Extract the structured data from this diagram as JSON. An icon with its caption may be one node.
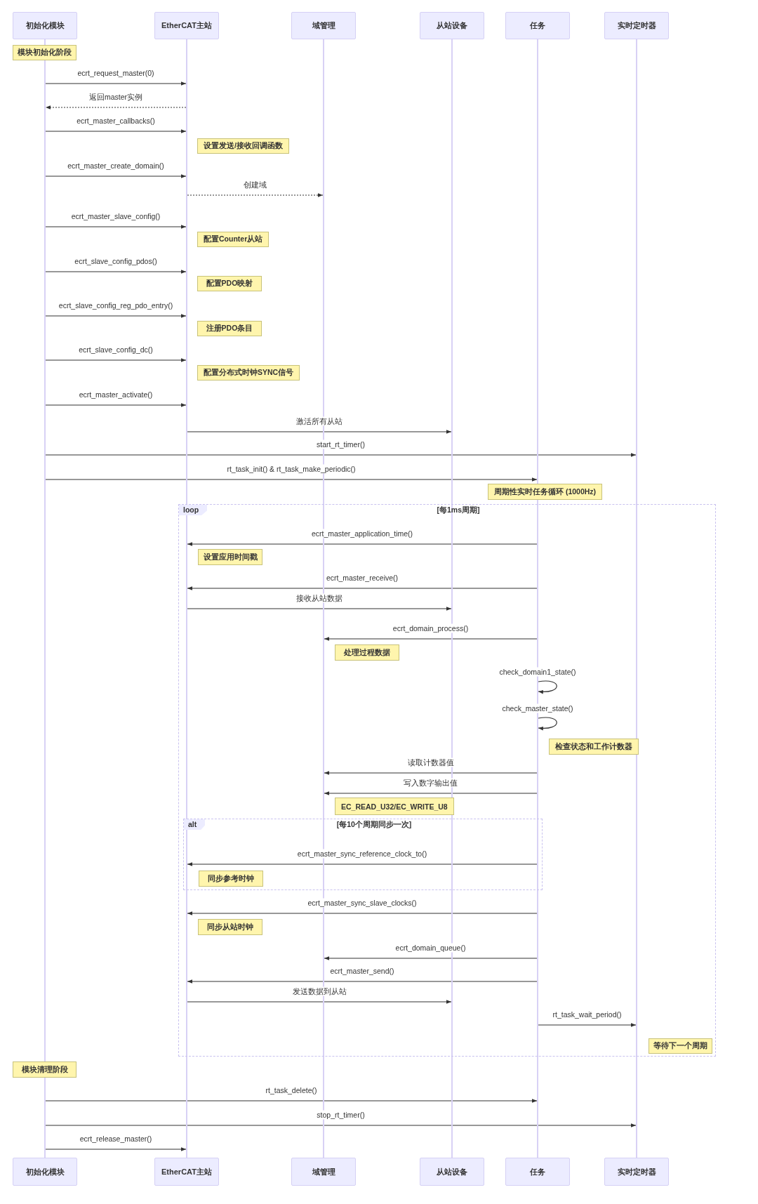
{
  "diagram": {
    "nodes": [
      {
        "text": [
          "初始化模块"
        ]
      },
      {
        "text": [
          "EtherCAT主站"
        ]
      },
      {
        "text": [
          "域管理"
        ]
      },
      {
        "text": [
          "从站设备"
        ]
      },
      {
        "text": [
          "任务"
        ]
      },
      {
        "text": [
          "实时定时器"
        ]
      },
      {
        "text": [
          "模块初始化阶段"
        ]
      },
      {
        "text": [
          "设置发送/接收回调函数"
        ]
      },
      {
        "text": [
          "配置Counter从站"
        ]
      },
      {
        "text": [
          "配置PDO映射"
        ]
      },
      {
        "text": [
          "注册PDO条目"
        ]
      },
      {
        "text": [
          "配置分布式时钟SYNC信号"
        ]
      },
      {
        "text": [
          "周期性实时任务循环 (1000Hz)"
        ]
      },
      {
        "text": [
          "loop",
          "[每1ms周期]"
        ]
      },
      {
        "text": [
          "设置应用时间戳"
        ],
        "in": 13
      },
      {
        "text": [
          "处理过程数据"
        ],
        "in": 13
      },
      {
        "text": [
          "检查状态和工作计数器"
        ],
        "in": 13
      },
      {
        "text": [
          "EC_READ_U32/EC_WRITE_U8"
        ],
        "in": 13
      },
      {
        "text": [
          "alt",
          "[每10个周期同步一次]"
        ],
        "in": 13
      },
      {
        "text": [
          "同步参考时钟"
        ],
        "in": 18
      },
      {
        "text": [
          "同步从站时钟"
        ],
        "in": 13
      },
      {
        "text": [
          "等待下一个周期"
        ],
        "in": 13
      },
      {
        "text": [
          "模块清理阶段"
        ]
      },
      {
        "text": [
          "初始化模块"
        ]
      },
      {
        "text": [
          "EtherCAT主站"
        ]
      },
      {
        "text": [
          "域管理"
        ]
      },
      {
        "text": [
          "从站设备"
        ]
      },
      {
        "text": [
          "任务"
        ]
      },
      {
        "text": [
          "实时定时器"
        ]
      },
      {
        "text": [],
        "shape": "bar"
      },
      {
        "text": [],
        "shape": "bar"
      },
      {
        "text": [],
        "shape": "bar"
      },
      {
        "text": [],
        "shape": "bar"
      },
      {
        "text": [],
        "shape": "bar"
      },
      {
        "text": [],
        "shape": "bar"
      }
    ],
    "edges": [
      {
        "from": 29,
        "to": 30,
        "arrow": "to",
        "label": "ecrt_request_master(0)"
      },
      {
        "from": 30,
        "to": 29,
        "arrow": "to",
        "label": "返回master实例",
        "style": "dashed"
      },
      {
        "from": 29,
        "to": 30,
        "arrow": "to",
        "label": "ecrt_master_callbacks()"
      },
      {
        "from": 29,
        "to": 30,
        "arrow": "to",
        "label": "ecrt_master_create_domain()"
      },
      {
        "from": 30,
        "to": 31,
        "arrow": "to",
        "label": "创建域",
        "style": "dashed"
      },
      {
        "from": 29,
        "to": 30,
        "arrow": "to",
        "label": "ecrt_master_slave_config()"
      },
      {
        "from": 29,
        "to": 30,
        "arrow": "to",
        "label": "ecrt_slave_config_pdos()"
      },
      {
        "from": 29,
        "to": 30,
        "arrow": "to",
        "label": "ecrt_slave_config_reg_pdo_entry()"
      },
      {
        "from": 29,
        "to": 30,
        "arrow": "to",
        "label": "ecrt_slave_config_dc()"
      },
      {
        "from": 29,
        "to": 30,
        "arrow": "to",
        "label": "ecrt_master_activate()"
      },
      {
        "from": 30,
        "to": 32,
        "arrow": "to",
        "label": "激活所有从站"
      },
      {
        "from": 29,
        "to": 34,
        "arrow": "to",
        "label": "start_rt_timer()"
      },
      {
        "from": 29,
        "to": 33,
        "arrow": "to",
        "label": "rt_task_init() & rt_task_make_periodic()"
      },
      {
        "from": 33,
        "to": 30,
        "arrow": "to",
        "label": "ecrt_master_application_time()"
      },
      {
        "from": 33,
        "to": 30,
        "arrow": "to",
        "label": "ecrt_master_receive()"
      },
      {
        "from": 30,
        "to": 32,
        "arrow": "to",
        "label": "接收从站数据"
      },
      {
        "from": 33,
        "to": 31,
        "arrow": "to",
        "label": "ecrt_domain_process()"
      },
      {
        "from": 33,
        "to": 33,
        "arrow": "to",
        "label": "check_domain1_state()"
      },
      {
        "from": 33,
        "to": 33,
        "arrow": "to",
        "label": "check_master_state()"
      },
      {
        "from": 33,
        "to": 31,
        "arrow": "to",
        "label": "读取计数器值"
      },
      {
        "from": 33,
        "to": 31,
        "arrow": "to",
        "label": "写入数字输出值"
      },
      {
        "from": 33,
        "to": 30,
        "arrow": "to",
        "label": "ecrt_master_sync_reference_clock_to()"
      },
      {
        "from": 33,
        "to": 30,
        "arrow": "to",
        "label": "ecrt_master_sync_slave_clocks()"
      },
      {
        "from": 33,
        "to": 31,
        "arrow": "to",
        "label": "ecrt_domain_queue()"
      },
      {
        "from": 33,
        "to": 30,
        "arrow": "to",
        "label": "ecrt_master_send()"
      },
      {
        "from": 30,
        "to": 32,
        "arrow": "to",
        "label": "发送数据到从站"
      },
      {
        "from": 33,
        "to": 34,
        "arrow": "to",
        "label": "rt_task_wait_period()"
      },
      {
        "from": 29,
        "to": 33,
        "arrow": "to",
        "label": "rt_task_delete()"
      },
      {
        "from": 29,
        "to": 34,
        "arrow": "to",
        "label": "stop_rt_timer()"
      },
      {
        "from": 29,
        "to": 30,
        "arrow": "to",
        "label": "ecrt_release_master()"
      }
    ]
  }
}
